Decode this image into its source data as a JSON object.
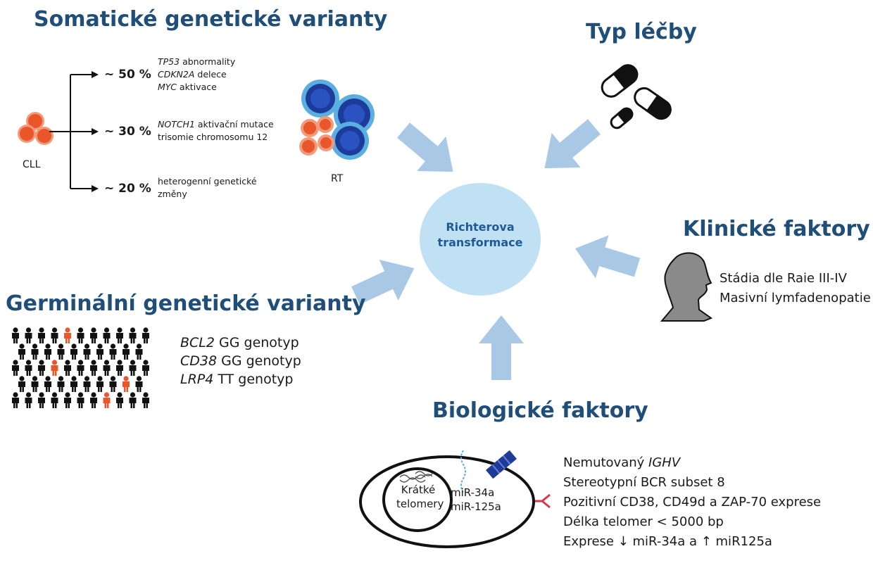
{
  "center": {
    "line1": "Richterova",
    "line2": "transformace"
  },
  "somatic": {
    "title": "Somatické genetické varianty",
    "cll_label": "CLL",
    "rt_label": "RT",
    "branches": [
      {
        "pct": "~ 50 %",
        "lines": [
          {
            "gene": "TP53",
            "text": " abnormality"
          },
          {
            "gene": "CDKN2A",
            "text": " delece"
          },
          {
            "gene": "MYC",
            "text": " aktivace"
          }
        ]
      },
      {
        "pct": "~ 30 %",
        "lines": [
          {
            "gene": "NOTCH1",
            "text": " aktivační mutace"
          },
          {
            "gene": "",
            "text": "trisomie chromosomu 12"
          }
        ]
      },
      {
        "pct": "~ 20 %",
        "lines": [
          {
            "gene": "",
            "text": "heterogenní genetické"
          },
          {
            "gene": "",
            "text": "změny"
          }
        ]
      }
    ]
  },
  "treatment": {
    "title": "Typ léčby"
  },
  "clinical": {
    "title": "Klinické faktory",
    "items": [
      "Stádia dle Raie III-IV",
      "Masivní lymfadenopatie"
    ]
  },
  "germinal": {
    "title": "Germinální genetické varianty",
    "items": [
      {
        "gene": "BCL2",
        "text": " GG genotyp"
      },
      {
        "gene": "CD38",
        "text": " GG genotyp"
      },
      {
        "gene": "LRP4",
        "text": " TT genotyp"
      }
    ]
  },
  "biological": {
    "title": "Biologické faktory",
    "nucleus_line1": "Krátké",
    "nucleus_line2": "telomery",
    "mirna_line1": "miR-34a",
    "mirna_line2": "miR-125a",
    "items": [
      {
        "text": "Nemutovaný ",
        "gene": "IGHV"
      },
      {
        "text": "Stereotypní BCR subset 8",
        "gene": ""
      },
      {
        "text": "Pozitivní CD38, CD49d a ZAP-70 exprese",
        "gene": ""
      },
      {
        "text": "Délka telomer < 5000 bp",
        "gene": ""
      },
      {
        "text": "Exprese ↓ miR-34a a ↑ miR125a",
        "gene": ""
      }
    ]
  },
  "colors": {
    "heading": "#1f4e79",
    "arrow": "#a9c8e6",
    "center_fill": "#bfe1f3",
    "cll_orange": "#e8562a",
    "rt_blue": "#1d3c9a",
    "rt_ring": "#5aaee0",
    "person_dark": "#111111",
    "person_accent": "#e8562a",
    "head_gray": "#8a8a8a"
  }
}
